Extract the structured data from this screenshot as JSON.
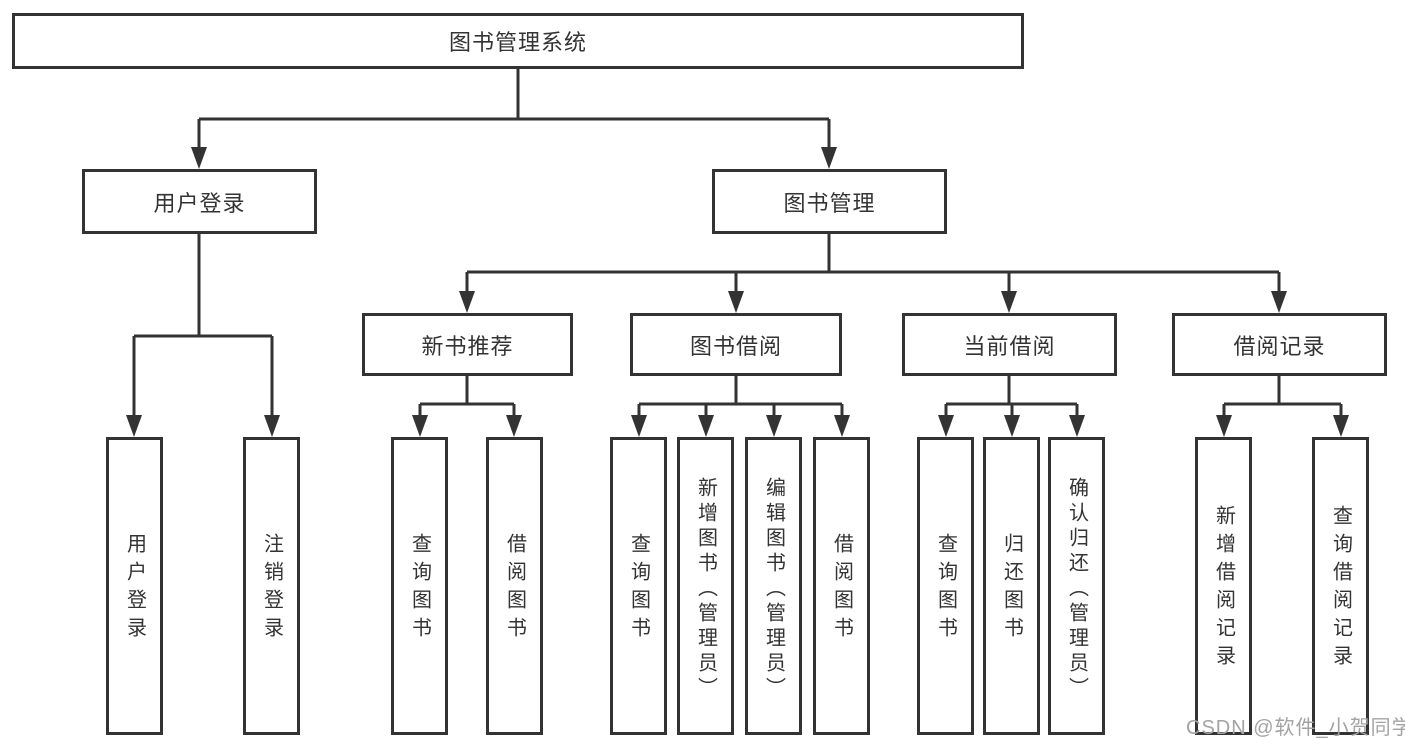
{
  "colors": {
    "line": "#333333",
    "text": "#333333",
    "background": "#ffffff",
    "watermark": "#a3a3a3"
  },
  "tree": {
    "label": "图书管理系统",
    "children": [
      {
        "label": "用户登录",
        "children": [
          {
            "label": "用户登录"
          },
          {
            "label": "注销登录"
          }
        ]
      },
      {
        "label": "图书管理",
        "children": [
          {
            "label": "新书推荐",
            "children": [
              {
                "label": "查询图书"
              },
              {
                "label": "借阅图书"
              }
            ]
          },
          {
            "label": "图书借阅",
            "children": [
              {
                "label": "查询图书"
              },
              {
                "label": "新增图书（管理员）"
              },
              {
                "label": "编辑图书（管理员）"
              },
              {
                "label": "借阅图书"
              }
            ]
          },
          {
            "label": "当前借阅",
            "children": [
              {
                "label": "查询图书"
              },
              {
                "label": "归还图书"
              },
              {
                "label": "确认归还（管理员）"
              }
            ]
          },
          {
            "label": "借阅记录",
            "children": [
              {
                "label": "新增借阅记录"
              },
              {
                "label": "查询借阅记录"
              }
            ]
          }
        ]
      }
    ]
  },
  "watermark": {
    "text": "CSDN @软件_小贺同学"
  }
}
